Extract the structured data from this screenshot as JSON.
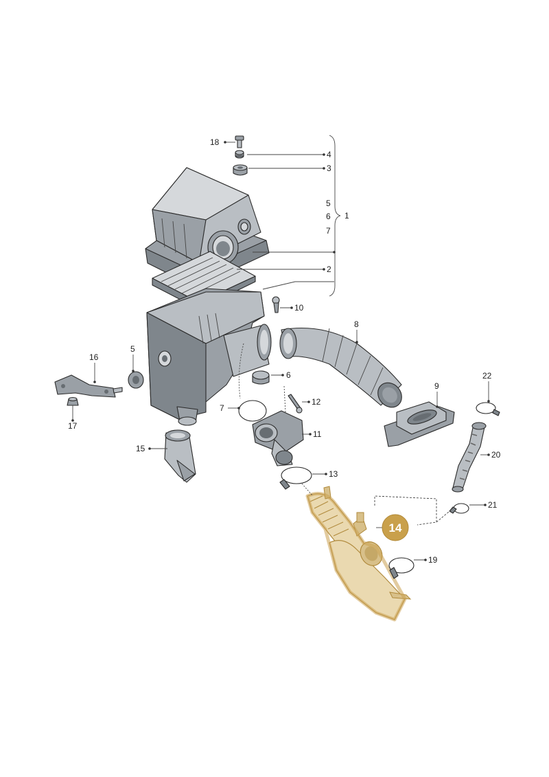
{
  "diagram": {
    "highlight_color": "#c9a04b",
    "highlighted_part": "14",
    "callouts": {
      "c1": "1",
      "c2": "2",
      "c3": "3",
      "c4": "4",
      "c5a": "5",
      "c5b": "5",
      "c6a": "6",
      "c6b": "6",
      "c7a": "7",
      "c7b": "7",
      "c8": "8",
      "c9": "9",
      "c10": "10",
      "c11": "11",
      "c12": "12",
      "c13": "13",
      "c14": "14",
      "c15": "15",
      "c16": "16",
      "c17": "17",
      "c18": "18",
      "c19": "19",
      "c20": "20",
      "c21": "21",
      "c22": "22"
    }
  }
}
